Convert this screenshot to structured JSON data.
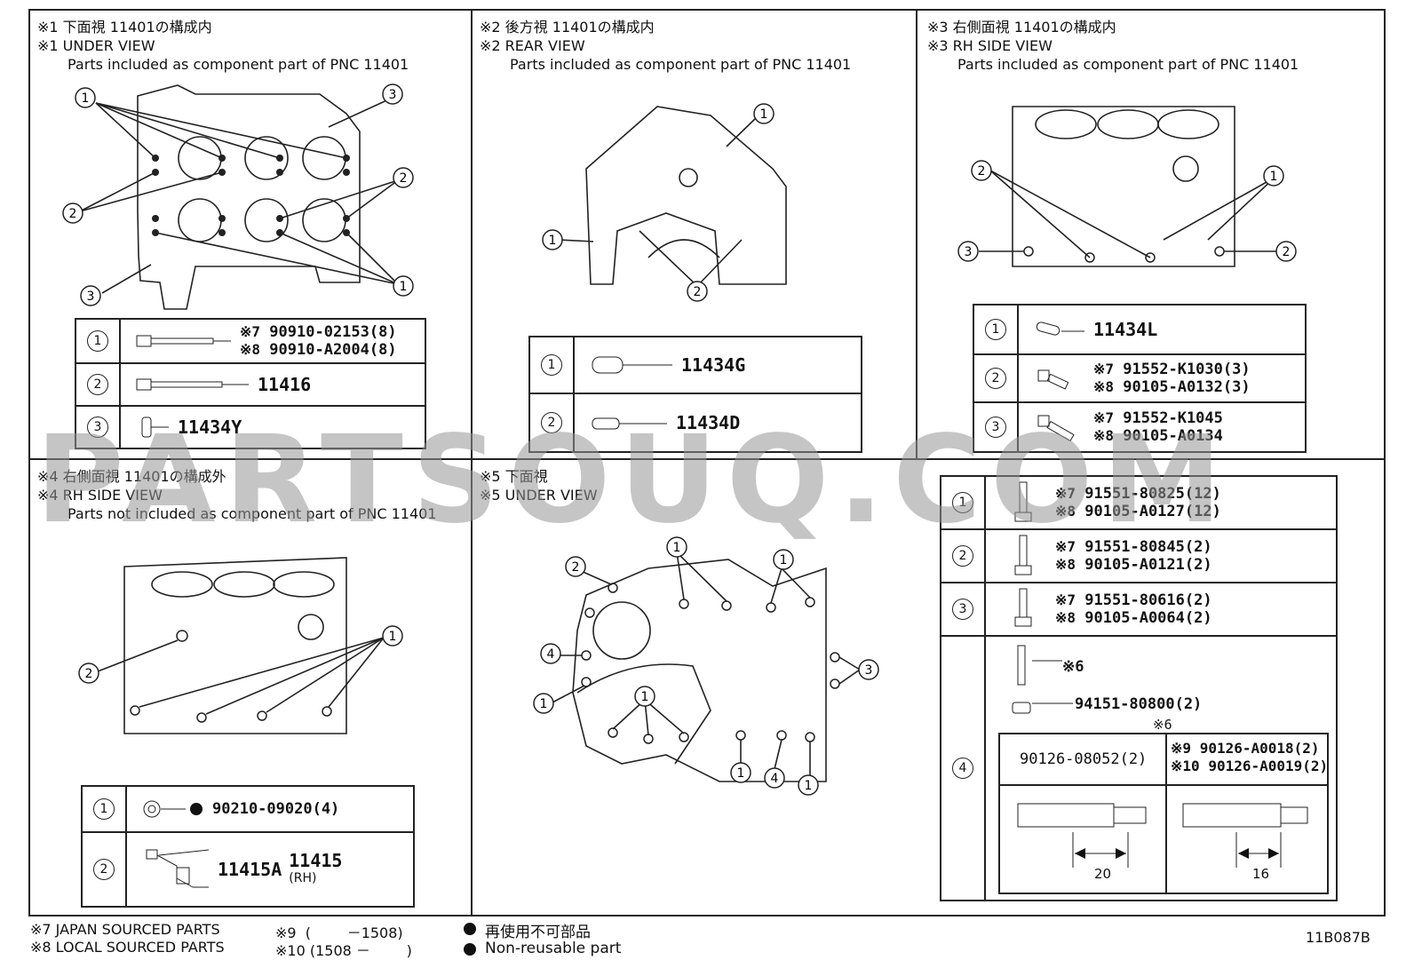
{
  "panels": {
    "p1": {
      "title_jp": "※1 下面視 11401の構成内",
      "title_en": "※1 UNDER VIEW",
      "subtitle": "Parts included as component part of PNC 11401"
    },
    "p2": {
      "title_jp": "※2 後方視 11401の構成内",
      "title_en": "※2 REAR VIEW",
      "subtitle": "Parts included as component part of PNC 11401"
    },
    "p3": {
      "title_jp": "※3 右側面視 11401の構成内",
      "title_en": "※3 RH SIDE VIEW",
      "subtitle": "Parts included as component part of PNC 11401"
    },
    "p4": {
      "title_jp": "※4 右側面視 11401の構成外",
      "title_en": "※4 RH SIDE VIEW",
      "subtitle": "Parts not included as component part of PNC 11401"
    },
    "p5": {
      "title_jp": "※5 下面視",
      "title_en": "※5 UNDER VIEW"
    }
  },
  "tables": {
    "t1": [
      {
        "n": "1",
        "m1": "※7",
        "a": "90910-02153(8)",
        "m2": "※8",
        "b": "90910-A2004(8)"
      },
      {
        "n": "2",
        "pn": "11416"
      },
      {
        "n": "3",
        "pn": "11434Y"
      }
    ],
    "t2": [
      {
        "n": "1",
        "pn": "11434G"
      },
      {
        "n": "2",
        "pn": "11434D"
      }
    ],
    "t3": [
      {
        "n": "1",
        "pn": "11434L"
      },
      {
        "n": "2",
        "m1": "※7",
        "a": "91552-K1030(3)",
        "m2": "※8",
        "b": "90105-A0132(3)"
      },
      {
        "n": "3",
        "m1": "※7",
        "a": "91552-K1045",
        "m2": "※8",
        "b": "90105-A0134"
      }
    ],
    "t4": [
      {
        "n": "1",
        "pn": "90210-09020(4)"
      },
      {
        "n": "2",
        "pn_a": "11415A",
        "pn_b": "11415",
        "pn_note": "(RH)"
      }
    ],
    "t5": [
      {
        "n": "1",
        "m1": "※7",
        "a": "91551-80825(12)",
        "m2": "※8",
        "b": "90105-A0127(12)"
      },
      {
        "n": "2",
        "m1": "※7",
        "a": "91551-80845(2)",
        "m2": "※8",
        "b": "90105-A0121(2)"
      },
      {
        "n": "3",
        "m1": "※7",
        "a": "91551-80616(2)",
        "m2": "※8",
        "b": "90105-A0064(2)"
      },
      {
        "n": "4",
        "m6": "※6",
        "nut": "94151-80800(2)",
        "m6b": "※6",
        "stud_left": "90126-08052(2)",
        "m9": "※9",
        "s9": "90126-A0018(2)",
        "m10": "※10",
        "s10": "90126-A0019(2)",
        "dim_left": "20",
        "dim_right": "16"
      }
    ]
  },
  "callouts": [
    "1",
    "2",
    "3",
    "4"
  ],
  "footer": {
    "l1": "※7 JAPAN SOURCED PARTS",
    "l2": "※8 LOCAL SOURCED PARTS",
    "m1": "※9  (        －1508)",
    "m2": "※10 (1508 －        )",
    "jp": "再使用不可部品",
    "en": "Non-reusable part",
    "code": "11B087B"
  },
  "watermark": "PARTSOUQ.COM"
}
